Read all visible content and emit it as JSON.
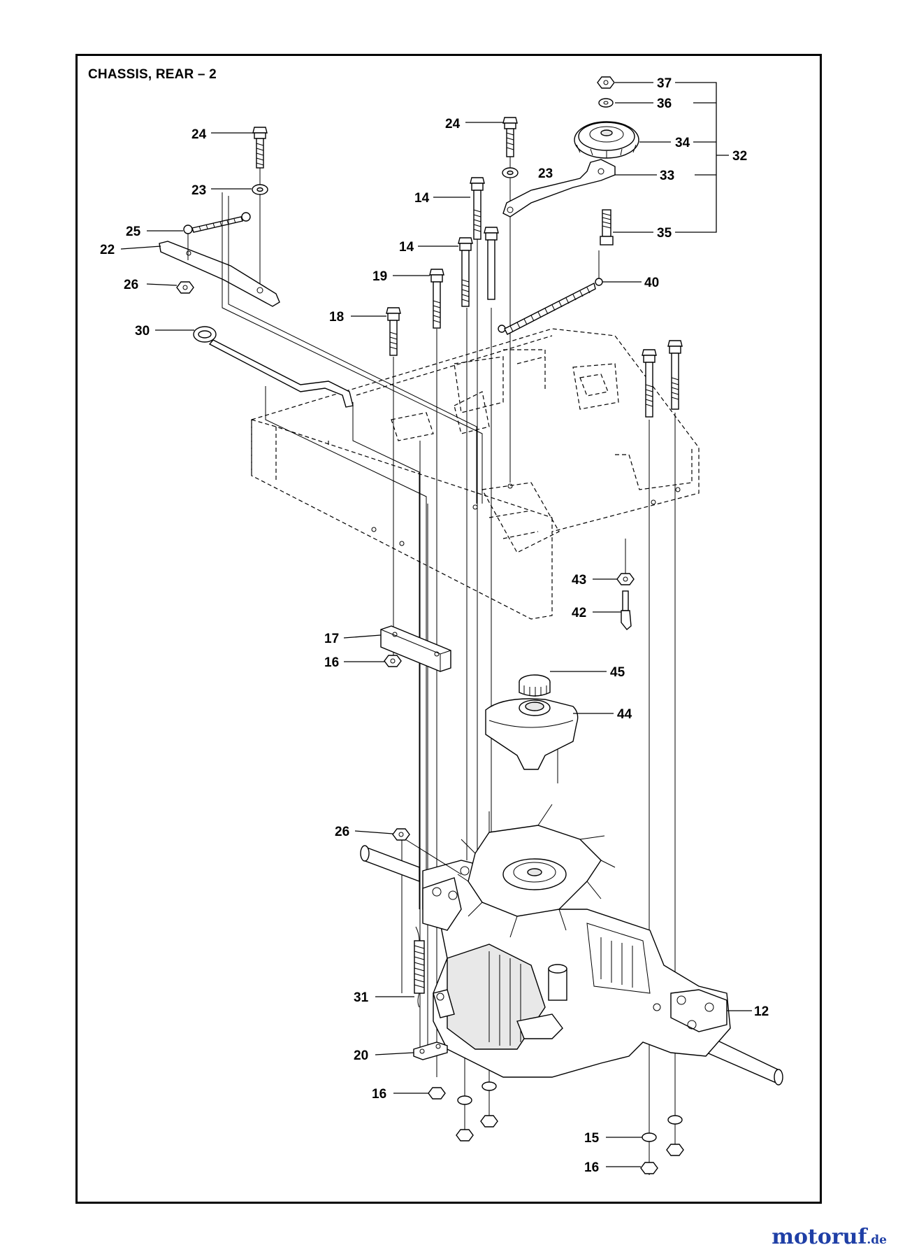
{
  "title": "CHASSIS, REAR – 2",
  "brand": {
    "name": "motoruf",
    "tld": ".de"
  },
  "callouts": [
    {
      "id": "c37",
      "label": "37"
    },
    {
      "id": "c36",
      "label": "36"
    },
    {
      "id": "c34",
      "label": "34"
    },
    {
      "id": "c32",
      "label": "32"
    },
    {
      "id": "c33",
      "label": "33"
    },
    {
      "id": "c35",
      "label": "35"
    },
    {
      "id": "c24a",
      "label": "24"
    },
    {
      "id": "c23a",
      "label": "23"
    },
    {
      "id": "c25",
      "label": "25"
    },
    {
      "id": "c22",
      "label": "22"
    },
    {
      "id": "c26a",
      "label": "26"
    },
    {
      "id": "c24b",
      "label": "24"
    },
    {
      "id": "c23b",
      "label": "23"
    },
    {
      "id": "c14a",
      "label": "14"
    },
    {
      "id": "c14b",
      "label": "14"
    },
    {
      "id": "c19",
      "label": "19"
    },
    {
      "id": "c40",
      "label": "40"
    },
    {
      "id": "c18",
      "label": "18"
    },
    {
      "id": "c30",
      "label": "30"
    },
    {
      "id": "c43",
      "label": "43"
    },
    {
      "id": "c42",
      "label": "42"
    },
    {
      "id": "c17",
      "label": "17"
    },
    {
      "id": "c16a",
      "label": "16"
    },
    {
      "id": "c45",
      "label": "45"
    },
    {
      "id": "c44",
      "label": "44"
    },
    {
      "id": "c26b",
      "label": "26"
    },
    {
      "id": "c31",
      "label": "31"
    },
    {
      "id": "c12",
      "label": "12"
    },
    {
      "id": "c20",
      "label": "20"
    },
    {
      "id": "c16b",
      "label": "16"
    },
    {
      "id": "c15",
      "label": "15"
    },
    {
      "id": "c16c",
      "label": "16"
    }
  ]
}
